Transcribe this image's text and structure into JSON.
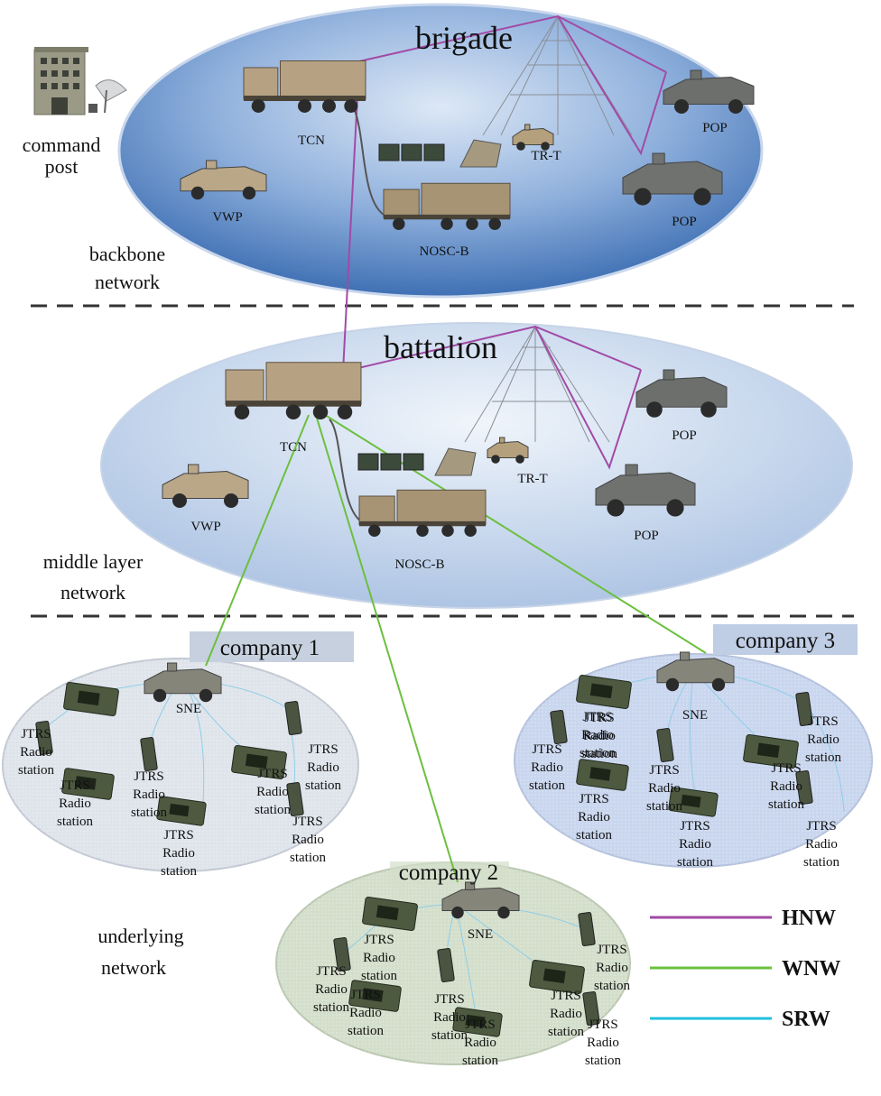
{
  "legend": [
    {
      "label": "HNW",
      "color": "#a24aa6"
    },
    {
      "label": "WNW",
      "color": "#6cbf3f"
    },
    {
      "label": "SRW",
      "color": "#22bfe0"
    }
  ],
  "side_labels": {
    "command_post": [
      "command",
      "post"
    ],
    "backbone": [
      "backbone",
      "network"
    ],
    "middle": [
      "middle layer",
      "network"
    ],
    "underlying": [
      "underlying",
      "network"
    ]
  },
  "brigade": {
    "title": "brigade",
    "tcn": "TCN",
    "vwp": "VWP",
    "nosc": "NOSC-B",
    "trt": "TR-T",
    "pop1": "POP",
    "pop2": "POP"
  },
  "battalion": {
    "title": "battalion",
    "tcn": "TCN",
    "vwp": "VWP",
    "nosc": "NOSC-B",
    "trt": "TR-T",
    "pop1": "POP",
    "pop2": "POP"
  },
  "companies": {
    "c1": {
      "title": "company 1",
      "sne": "SNE"
    },
    "c2": {
      "title": "company 2",
      "sne": "SNE"
    },
    "c3": {
      "title": "company 3",
      "sne": "SNE"
    }
  },
  "station_label": [
    "JTRS",
    "Radio",
    "station"
  ],
  "colors": {
    "backbone_fill": "#4f80c0",
    "middle_fill": "#b9cde6",
    "c1_fill": "#dde3ec",
    "c2_fill": "#d4dfc9",
    "c3_fill": "#cbd8ef"
  }
}
